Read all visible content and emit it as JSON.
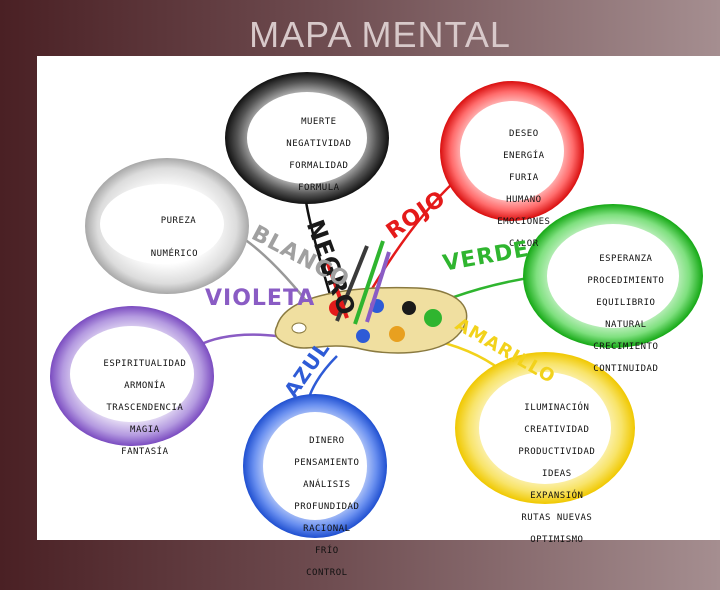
{
  "slide": {
    "title": "MAPA MENTAL"
  },
  "clouds": {
    "negro": {
      "lines": [
        "MUERTE",
        "NEGATIVIDAD",
        "FORMALIDAD",
        "FORMULA"
      ]
    },
    "rojo": {
      "lines": [
        "DESEO",
        "ENERGÍA",
        "FURIA",
        "HUMANO",
        "EMOCIONES",
        "CALOR"
      ]
    },
    "blanco": {
      "lines": [
        "PUREZA",
        "NUMÉRICO"
      ]
    },
    "verde": {
      "lines": [
        "ESPERANZA",
        "PROCEDIMIENTO",
        "EQUILIBRIO",
        "NATURAL",
        "CRECIMIENTO",
        "CONTINUIDAD"
      ]
    },
    "violeta": {
      "lines": [
        "ESPIRITUALIDAD",
        "ARMONÍA",
        "TRASCENDENCIA",
        "MAGIA",
        "FANTASÍA"
      ]
    },
    "azul": {
      "lines": [
        "DINERO",
        "PENSAMIENTO",
        "ANÁLISIS",
        "PROFUNDIDAD",
        "RACIONAL",
        "FRÍO",
        "CONTROL"
      ]
    },
    "amarillo": {
      "lines": [
        "ILUMINACIÓN",
        "CREATIVIDAD",
        "PRODUCTIVIDAD",
        "IDEAS",
        "EXPANSIÓN",
        "RUTAS NUEVAS",
        "OPTIMISMO"
      ]
    }
  },
  "labels": {
    "negro": "NEGRO",
    "rojo": "ROJO",
    "blanco": "BLANCO",
    "verde": "VERDE",
    "violeta": "VIOLETA",
    "azul": "AZUL",
    "amarillo": "AMARILLO"
  },
  "colors": {
    "negro": "#1a1a1a",
    "rojo": "#e41a1a",
    "blanco": "#c9c9c9",
    "verde": "#2fb52f",
    "violeta": "#8a5cc4",
    "azul": "#2e5bd6",
    "amarillo": "#f2d21b",
    "palette": "#f0dfa0"
  },
  "center_icon": "paint-palette-with-brushes"
}
